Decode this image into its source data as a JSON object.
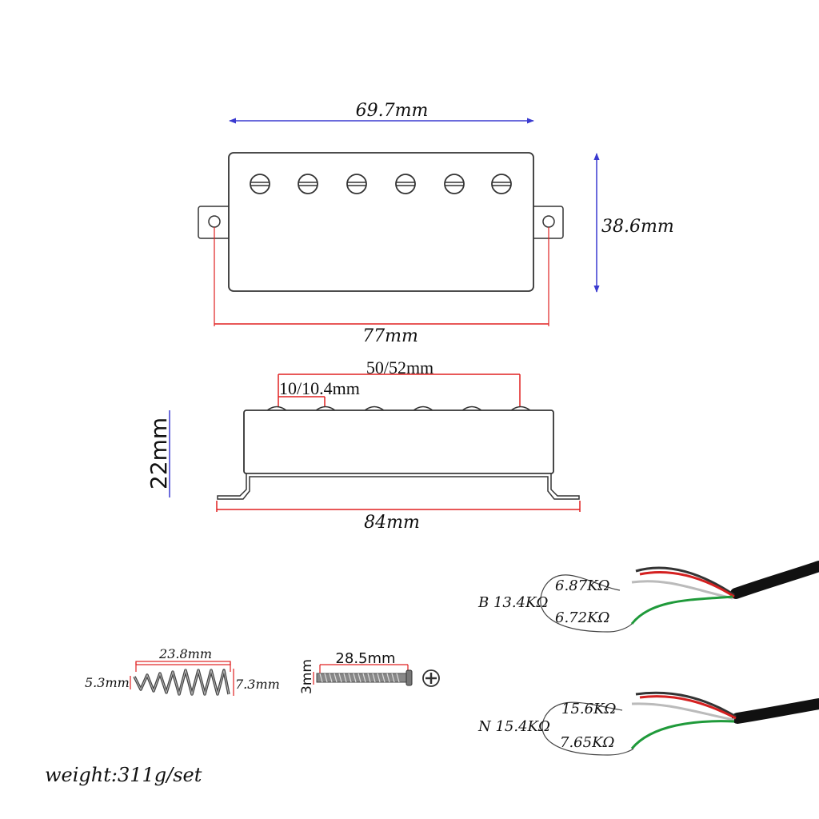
{
  "top_view": {
    "inner_width": "69.7mm",
    "height": "38.6mm",
    "total_width": "77mm"
  },
  "side_view": {
    "pole_span": "50/52mm",
    "pole_spacing": "10/10.4mm",
    "height": "22mm",
    "base_width": "84mm"
  },
  "spring": {
    "length": "23.8mm",
    "small_dia": "5.3mm",
    "large_dia": "7.3mm"
  },
  "screw": {
    "length": "28.5mm",
    "diameter": "3mm"
  },
  "bridge_pickup": {
    "label": "B 13.4KΩ",
    "coil_a": "6.87KΩ",
    "coil_b": "6.72KΩ"
  },
  "neck_pickup": {
    "label": "N 15.4KΩ",
    "coil_a": "15.6KΩ",
    "coil_b": "7.65KΩ"
  },
  "weight": "weight:311g/set",
  "colors": {
    "dim_blue": "#3a3ad0",
    "dim_red": "#e02020",
    "wire_red": "#d42020",
    "wire_green": "#1f9a3a",
    "cable": "#111111"
  }
}
